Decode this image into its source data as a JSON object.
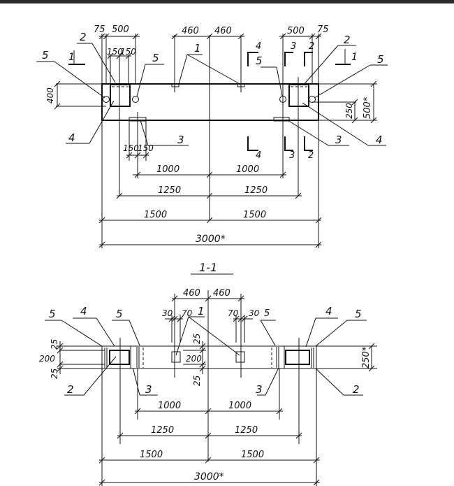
{
  "plan": {
    "top_dims": {
      "left_75": "75",
      "left_500": "500",
      "left_150a": "150",
      "left_150b": "150",
      "mid_460a": "460",
      "mid_460b": "460",
      "right_500": "500",
      "right_75": "75"
    },
    "left_height_400": "400",
    "right_250": "250",
    "right_500": "500*",
    "bottom_150a": "150",
    "bottom_150b": "150",
    "chain": {
      "d1000a": "1000",
      "d1000b": "1000",
      "d1250a": "1250",
      "d1250b": "1250",
      "d1500a": "1500",
      "d1500b": "1500",
      "total": "3000*"
    },
    "callouts": {
      "c1": "1",
      "c2_left": "2",
      "c2_right": "2",
      "c3_left": "3",
      "c3_right": "3",
      "c4_left": "4",
      "c4_right": "4",
      "c5_ll": "5",
      "c5_lr": "5",
      "c5_rl": "5",
      "c5_rr": "5"
    },
    "section_marks": {
      "s1_left": "1",
      "s1_right": "1",
      "s2_top": "2",
      "s2_bottom": "2",
      "s3_top": "3",
      "s3_bottom": "3",
      "s4_top": "4",
      "s4_bottom": "4"
    }
  },
  "section": {
    "title": "1-1",
    "top_dims": {
      "d460a": "460",
      "d460b": "460",
      "d30a": "30",
      "d70a": "70",
      "d70b": "70",
      "d30b": "30"
    },
    "left_dims": {
      "d25a": "25",
      "d200": "200",
      "d25b": "25"
    },
    "mid_dims": {
      "d25a": "25",
      "d200": "200",
      "d25b": "25"
    },
    "right_250": "250*",
    "chain": {
      "d1000a": "1000",
      "d1000b": "1000",
      "d1250a": "1250",
      "d1250b": "1250",
      "d1500a": "1500",
      "d1500b": "1500",
      "total": "3000*"
    },
    "callouts": {
      "c1": "1",
      "c2_left": "2",
      "c2_right": "2",
      "c3_left": "3",
      "c3_right": "3",
      "c4_left": "4",
      "c4_right": "4",
      "c5_ll": "5",
      "c5_lr": "5",
      "c5_rl": "5",
      "c5_rr": "5"
    }
  }
}
